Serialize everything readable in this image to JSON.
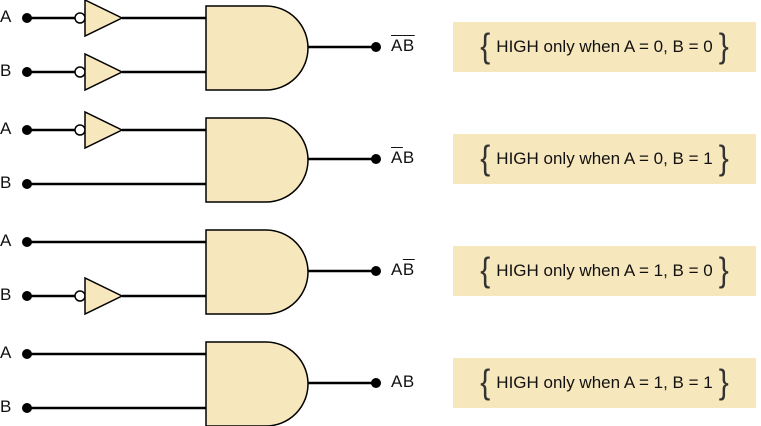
{
  "rows": [
    {
      "inputs": [
        "A",
        "B"
      ],
      "inverted": [
        true,
        true
      ],
      "output": [
        {
          "t": "A",
          "bar": true
        },
        {
          "t": "B",
          "bar": true
        }
      ],
      "description": "HIGH only when A = 0, B = 0"
    },
    {
      "inputs": [
        "A",
        "B"
      ],
      "inverted": [
        true,
        false
      ],
      "output": [
        {
          "t": "A",
          "bar": true
        },
        {
          "t": "B",
          "bar": false
        }
      ],
      "description": "HIGH only when A = 0, B = 1"
    },
    {
      "inputs": [
        "A",
        "B"
      ],
      "inverted": [
        false,
        true
      ],
      "output": [
        {
          "t": "A",
          "bar": false
        },
        {
          "t": "B",
          "bar": true
        }
      ],
      "description": "HIGH only when A = 1, B = 0"
    },
    {
      "inputs": [
        "A",
        "B"
      ],
      "inverted": [
        false,
        false
      ],
      "output": [
        {
          "t": "A",
          "bar": false
        },
        {
          "t": "B",
          "bar": false
        }
      ],
      "description": "HIGH only when A = 1, B = 1"
    }
  ],
  "colors": {
    "gate_fill": "#f7e7bd",
    "box_fill": "#f7e7bd",
    "wire": "#000000"
  }
}
